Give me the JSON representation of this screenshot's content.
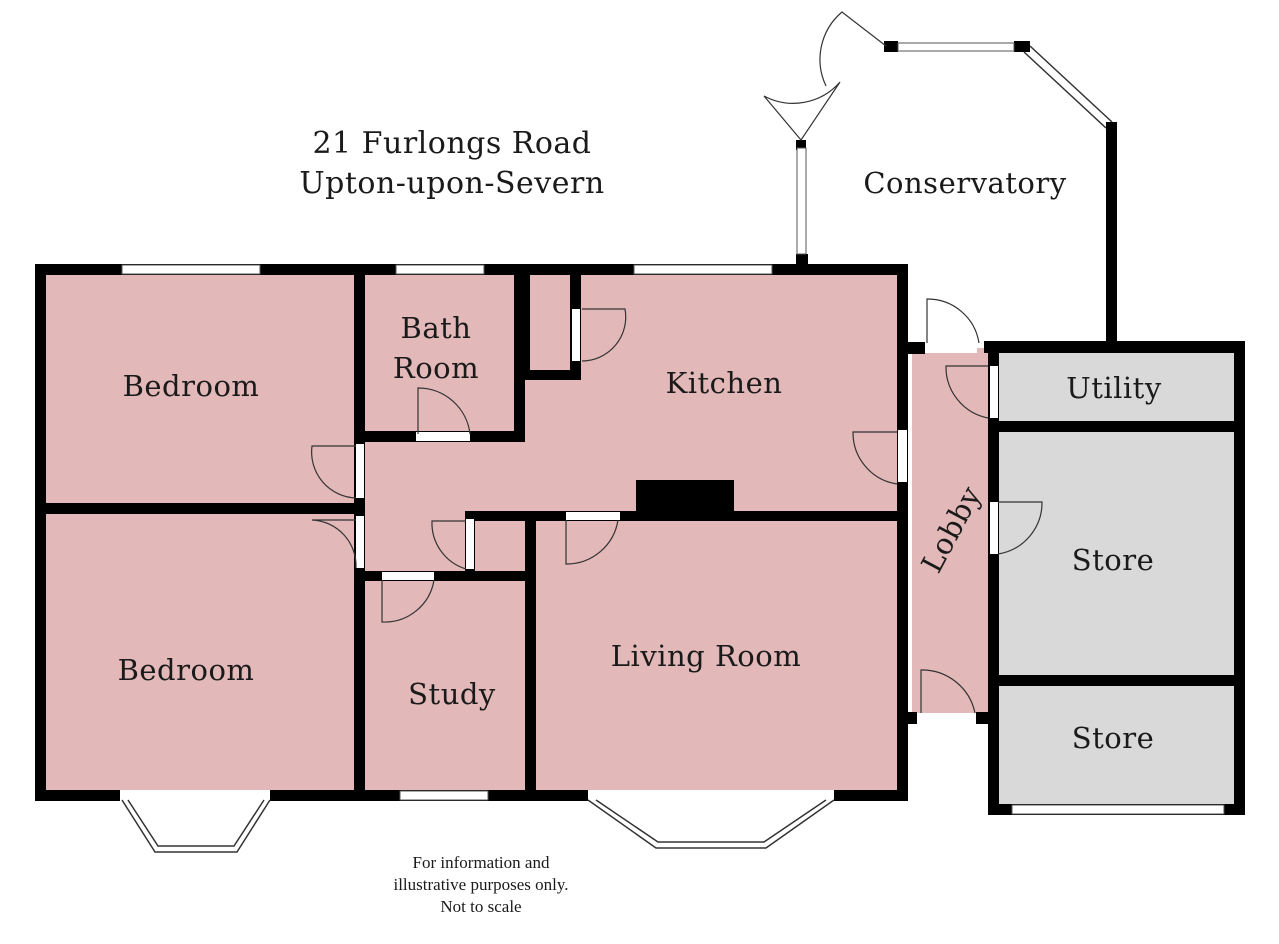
{
  "address": {
    "line1": "21 Furlongs Road",
    "line2": "Upton-upon-Severn"
  },
  "rooms": {
    "bedroom_1": "Bedroom",
    "bathroom_line1": "Bath",
    "bathroom_line2": "Room",
    "kitchen": "Kitchen",
    "conservatory": "Conservatory",
    "utility": "Utility",
    "lobby": "Lobby",
    "store_1": "Store",
    "store_2": "Store",
    "bedroom_2": "Bedroom",
    "study": "Study",
    "living_room": "Living Room"
  },
  "disclaimer": {
    "line1": "For information and",
    "line2": "illustrative purposes only.",
    "line3": "Not to scale"
  },
  "colors": {
    "main_room_fill": "#e3b8b8",
    "store_fill": "#d9d9d9",
    "wall": "#000000"
  }
}
